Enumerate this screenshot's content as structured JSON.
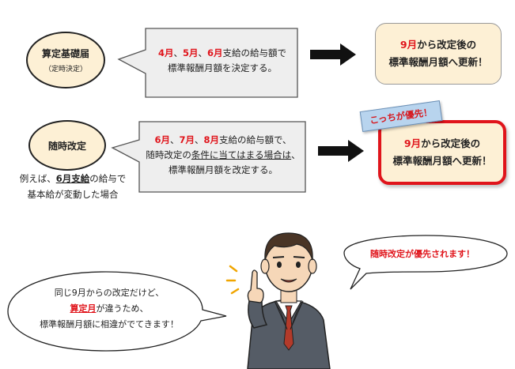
{
  "row1": {
    "oval_title": "算定基礎届",
    "oval_subtitle": "（定時決定）",
    "callout": {
      "m1": "4月",
      "sep1": "、",
      "m2": "5月",
      "sep2": "、",
      "m3": "6月",
      "rest": "支給の給与額で",
      "line2": "標準報酬月額を決定する。"
    },
    "result": {
      "month": "9月",
      "line1_rest": "から改定後の",
      "line2": "標準報酬月額へ更新！"
    }
  },
  "row2": {
    "oval_title": "随時改定",
    "example_pre": "例えば、",
    "example_month": "6月支給",
    "example_post": "の給与で",
    "example_line2": "基本給が変動した場合",
    "callout": {
      "m1": "6月",
      "sep1": "、",
      "m2": "7月",
      "sep2": "、",
      "m3": "8月",
      "rest": "支給の給与額で、",
      "line2_pre": "随時改定の",
      "line2_u": "条件に当てはまる場合は",
      "line2_post": "、",
      "line3": "標準報酬月額を改定する。"
    },
    "tag": "こっちが優先！",
    "result": {
      "month": "9月",
      "line1_rest": "から改定後の",
      "line2": "標準報酬月額へ更新！"
    }
  },
  "bottom": {
    "left_bubble": {
      "line1": "同じ9月からの改定だけど、",
      "line2_u": "算定月",
      "line2_rest": "が違うため、",
      "line3": "標準報酬月額に相違がでてきます！"
    },
    "right_bubble": "随時改定が優先されます！"
  },
  "colors": {
    "accent_red": "#e0141b",
    "box_fill": "#fdf0d5",
    "callout_fill": "#eeeeee",
    "tag_fill": "#b8d4ee"
  }
}
